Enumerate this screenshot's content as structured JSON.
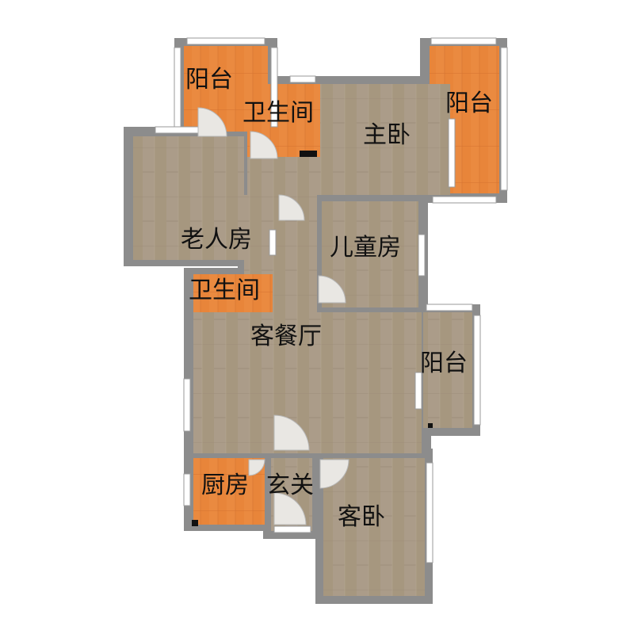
{
  "floor_plan": {
    "colors": {
      "wall": "#8c8c8c",
      "wood": "#a99a86",
      "tile": "#e8853a",
      "window": "#ffffff",
      "door": "#e9e7e3",
      "label": "#111111"
    },
    "rooms": {
      "balcony_top_left": {
        "label": "阳台",
        "floor": "tile"
      },
      "bathroom_master": {
        "label": "卫生间",
        "floor": "tile"
      },
      "master_bedroom": {
        "label": "主卧",
        "floor": "wood"
      },
      "balcony_top_right": {
        "label": "阳台",
        "floor": "tile"
      },
      "elderly_room": {
        "label": "老人房",
        "floor": "wood"
      },
      "children_room": {
        "label": "儿童房",
        "floor": "wood"
      },
      "bathroom_public": {
        "label": "卫生间",
        "floor": "tile"
      },
      "living_dining": {
        "label": "客餐厅",
        "floor": "wood"
      },
      "balcony_right": {
        "label": "阳台",
        "floor": "wood"
      },
      "kitchen": {
        "label": "厨房",
        "floor": "tile"
      },
      "entrance": {
        "label": "玄关",
        "floor": "wood"
      },
      "guest_bedroom": {
        "label": "客卧",
        "floor": "wood"
      }
    }
  }
}
